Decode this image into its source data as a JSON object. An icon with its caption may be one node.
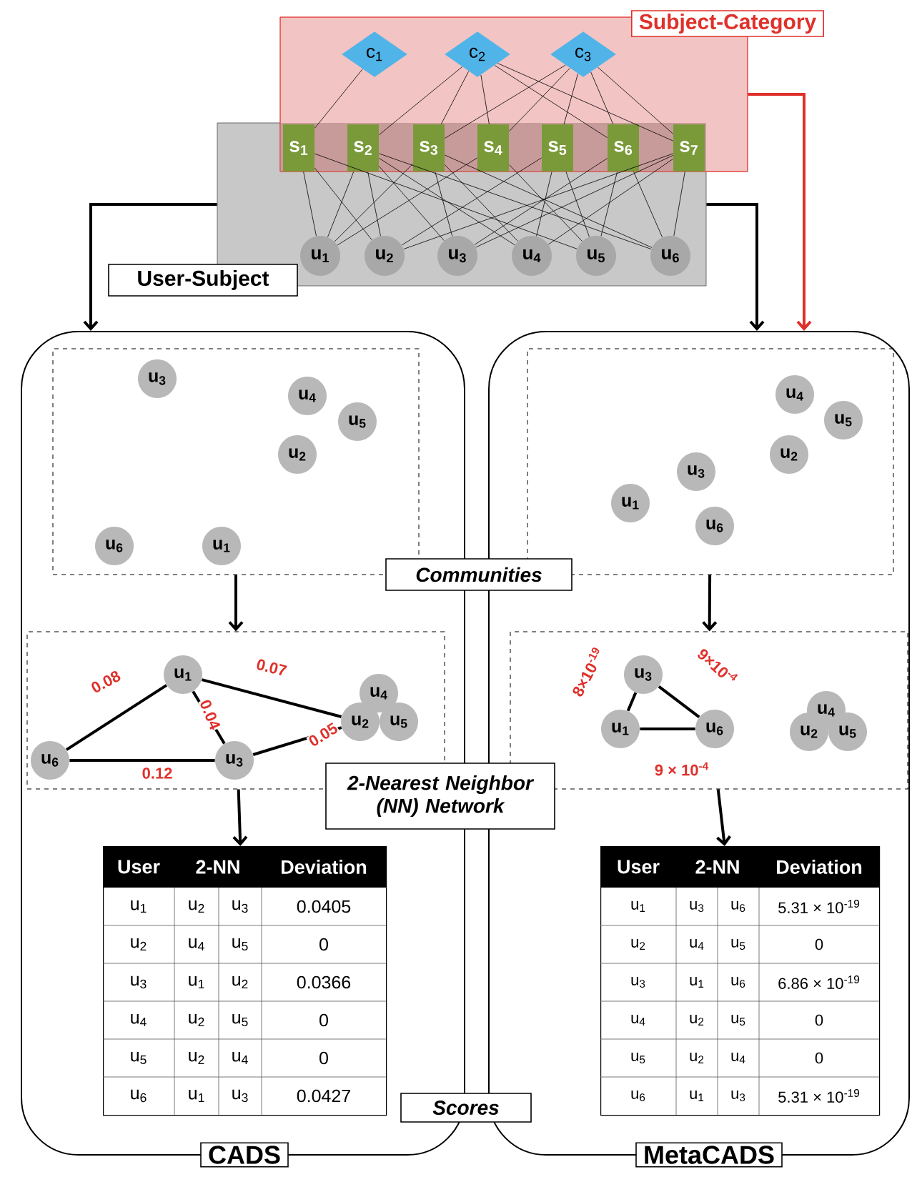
{
  "diagram": {
    "nodes": [
      {
        "text": [
          "Subject-Category"
        ]
      },
      {
        "text": [
          "c$_{1}$"
        ],
        "in": 0
      },
      {
        "text": [
          "c$_{2}$"
        ],
        "in": 0
      },
      {
        "text": [
          "c$_{3}$"
        ],
        "in": 0
      },
      {
        "text": [],
        "shape": "box"
      },
      {
        "text": [
          "s$_{1}$"
        ]
      },
      {
        "text": [
          "s$_{2}$"
        ]
      },
      {
        "text": [
          "s$_{3}$"
        ]
      },
      {
        "text": [
          "s$_{4}$"
        ]
      },
      {
        "text": [
          "s$_{5}$"
        ]
      },
      {
        "text": [
          "s$_{6}$"
        ]
      },
      {
        "text": [
          "s$_{7}$"
        ]
      },
      {
        "text": [
          "u$_{1}$"
        ],
        "in": 4
      },
      {
        "text": [
          "u$_{2}$"
        ],
        "in": 4
      },
      {
        "text": [
          "u$_{3}$"
        ],
        "in": 4
      },
      {
        "text": [
          "u$_{4}$"
        ],
        "in": 4
      },
      {
        "text": [
          "u$_{5}$"
        ],
        "in": 4
      },
      {
        "text": [
          "u$_{6}$"
        ],
        "in": 4
      },
      {
        "text": [
          "CADS"
        ]
      },
      {
        "text": [],
        "shape": "box",
        "in": 18
      },
      {
        "text": [
          "u$_{3}$"
        ],
        "in": 19
      },
      {
        "text": [
          "u$_{4}$"
        ],
        "in": 19
      },
      {
        "text": [
          "u$_{5}$"
        ],
        "in": 19
      },
      {
        "text": [
          "u$_{2}$"
        ],
        "in": 19
      },
      {
        "text": [
          "u$_{6}$"
        ],
        "in": 19
      },
      {
        "text": [
          "u$_{1}$"
        ],
        "in": 19
      },
      {
        "text": [],
        "shape": "box",
        "in": 18
      },
      {
        "text": [
          "u$_{1}$"
        ],
        "in": 26
      },
      {
        "text": [
          "u$_{4}$"
        ],
        "in": 26
      },
      {
        "text": [
          "u$_{2}$"
        ],
        "in": 26
      },
      {
        "text": [
          "u$_{5}$"
        ],
        "in": 26
      },
      {
        "text": [
          "u$_{6}$"
        ],
        "in": 26
      },
      {
        "text": [
          "u$_{3}$"
        ],
        "in": 26
      },
      {
        "text": [
          "User",
          "2-NN",
          "Deviation",
          "u$_{1}$",
          "u$_{2}$",
          "u$_{3}$",
          "0.0405",
          "u$_{2}$",
          "u$_{4}$",
          "u$_{5}$",
          "0",
          "u$_{3}$",
          "u$_{1}$",
          "u$_{2}$",
          "0.0366",
          "u$_{4}$",
          "u$_{2}$",
          "u$_{5}$",
          "0",
          "u$_{5}$",
          "u$_{2}$",
          "u$_{4}$",
          "0",
          "u$_{6}$",
          "u$_{1}$",
          "u$_{3}$",
          "0.0427"
        ],
        "in": 18
      },
      {
        "text": [
          "MetaCADS"
        ]
      },
      {
        "text": [],
        "shape": "box",
        "in": 34
      },
      {
        "text": [
          "u$_{4}$"
        ],
        "in": 35
      },
      {
        "text": [
          "u$_{5}$"
        ],
        "in": 35
      },
      {
        "text": [
          "u$_{2}$"
        ],
        "in": 35
      },
      {
        "text": [
          "u$_{3}$"
        ],
        "in": 35
      },
      {
        "text": [
          "u$_{1}$"
        ],
        "in": 35
      },
      {
        "text": [
          "u$_{6}$"
        ],
        "in": 35
      },
      {
        "text": [],
        "shape": "box",
        "in": 34
      },
      {
        "text": [
          "u$_{3}$"
        ],
        "in": 42
      },
      {
        "text": [
          "u$_{4}$"
        ],
        "in": 42
      },
      {
        "text": [
          "u$_{1}$"
        ],
        "in": 42
      },
      {
        "text": [
          "u$_{6}$"
        ],
        "in": 42
      },
      {
        "text": [
          "u$_{2}$"
        ],
        "in": 42
      },
      {
        "text": [
          "u$_{5}$"
        ],
        "in": 42
      },
      {
        "text": [
          "User",
          "2-NN",
          "Deviation",
          "u$_{1}$",
          "u$_{3}$",
          "u$_{6}$",
          "5.31 × 10$^{-19}$",
          "u$_{2}$",
          "u$_{4}$",
          "u$_{5}$",
          "0",
          "u$_{3}$",
          "u$_{1}$",
          "u$_{6}$",
          "6.86 × 10$^{-19}$",
          "u$_{4}$",
          "u$_{2}$",
          "u$_{5}$",
          "0",
          "u$_{5}$",
          "u$_{2}$",
          "u$_{4}$",
          "0",
          "u$_{6}$",
          "u$_{1}$",
          "u$_{3}$",
          "5.31 × 10$^{-19}$"
        ],
        "in": 34
      },
      {
        "text": [
          "Communities"
        ]
      },
      {
        "text": [
          "2-Nearest Neighbor (NN) Network"
        ]
      },
      {
        "text": [
          "Scores"
        ]
      },
      {
        "text": [
          "User-Subject"
        ]
      }
    ],
    "edges": [
      {
        "from": 1,
        "to": 5,
        "arrow": "none"
      },
      {
        "from": 2,
        "to": 6,
        "arrow": "none"
      },
      {
        "from": 2,
        "to": 7,
        "arrow": "none"
      },
      {
        "from": 2,
        "to": 8,
        "arrow": "none"
      },
      {
        "from": 2,
        "to": 10,
        "arrow": "none"
      },
      {
        "from": 2,
        "to": 11,
        "arrow": "none"
      },
      {
        "from": 3,
        "to": 7,
        "arrow": "none"
      },
      {
        "from": 3,
        "to": 8,
        "arrow": "none"
      },
      {
        "from": 3,
        "to": 9,
        "arrow": "none"
      },
      {
        "from": 3,
        "to": 10,
        "arrow": "none"
      },
      {
        "from": 3,
        "to": 11,
        "arrow": "none"
      },
      {
        "from": 5,
        "to": 12,
        "arrow": "none"
      },
      {
        "from": 6,
        "to": 12,
        "arrow": "none"
      },
      {
        "from": 7,
        "to": 12,
        "arrow": "none"
      },
      {
        "from": 8,
        "to": 12,
        "arrow": "none"
      },
      {
        "from": 5,
        "to": 13,
        "arrow": "none"
      },
      {
        "from": 6,
        "to": 13,
        "arrow": "none"
      },
      {
        "from": 9,
        "to": 13,
        "arrow": "none"
      },
      {
        "from": 11,
        "to": 13,
        "arrow": "none"
      },
      {
        "from": 6,
        "to": 14,
        "arrow": "none"
      },
      {
        "from": 7,
        "to": 14,
        "arrow": "none"
      },
      {
        "from": 10,
        "to": 14,
        "arrow": "none"
      },
      {
        "from": 11,
        "to": 14,
        "arrow": "none"
      },
      {
        "from": 6,
        "to": 15,
        "arrow": "none"
      },
      {
        "from": 7,
        "to": 15,
        "arrow": "none"
      },
      {
        "from": 9,
        "to": 15,
        "arrow": "none"
      },
      {
        "from": 11,
        "to": 15,
        "arrow": "none"
      },
      {
        "from": 5,
        "to": 16,
        "arrow": "none"
      },
      {
        "from": 8,
        "to": 16,
        "arrow": "none"
      },
      {
        "from": 9,
        "to": 16,
        "arrow": "none"
      },
      {
        "from": 10,
        "to": 16,
        "arrow": "none"
      },
      {
        "from": 6,
        "to": 17,
        "arrow": "none"
      },
      {
        "from": 7,
        "to": 17,
        "arrow": "none"
      },
      {
        "from": 10,
        "to": 17,
        "arrow": "none"
      },
      {
        "from": 11,
        "to": 17,
        "arrow": "none"
      },
      {
        "from": 4,
        "to": 18,
        "arrow": "to",
        "style": "thick"
      },
      {
        "from": 4,
        "to": 34,
        "arrow": "to",
        "style": "thick"
      },
      {
        "from": 0,
        "to": 34,
        "arrow": "to",
        "style": "thick",
        "color": "#e0302a"
      },
      {
        "from": 19,
        "to": 26,
        "arrow": "to",
        "style": "thick"
      },
      {
        "from": 26,
        "to": 33,
        "arrow": "to",
        "style": "thick"
      },
      {
        "from": 35,
        "to": 42,
        "arrow": "to",
        "style": "thick"
      },
      {
        "from": 42,
        "to": 49,
        "arrow": "to",
        "style": "thick"
      },
      {
        "from": 27,
        "to": 31,
        "arrow": "none",
        "style": "thick",
        "label": "0.08"
      },
      {
        "from": 27,
        "to": 29,
        "arrow": "none",
        "style": "thick",
        "label": "0.07"
      },
      {
        "from": 27,
        "to": 32,
        "arrow": "none",
        "style": "thick",
        "label": "0.04"
      },
      {
        "from": 32,
        "to": 29,
        "arrow": "none",
        "style": "thick",
        "label": "0.05"
      },
      {
        "from": 31,
        "to": 32,
        "arrow": "none",
        "style": "thick",
        "label": "0.12"
      },
      {
        "from": 43,
        "to": 45,
        "arrow": "none",
        "style": "thick",
        "label": "8×10$^{-19}$"
      },
      {
        "from": 43,
        "to": 46,
        "arrow": "none",
        "style": "thick",
        "label": "9×10$^{-4}$"
      },
      {
        "from": 45,
        "to": 46,
        "arrow": "none",
        "style": "thick",
        "label": "9 × 10$^{-4}$"
      }
    ]
  }
}
